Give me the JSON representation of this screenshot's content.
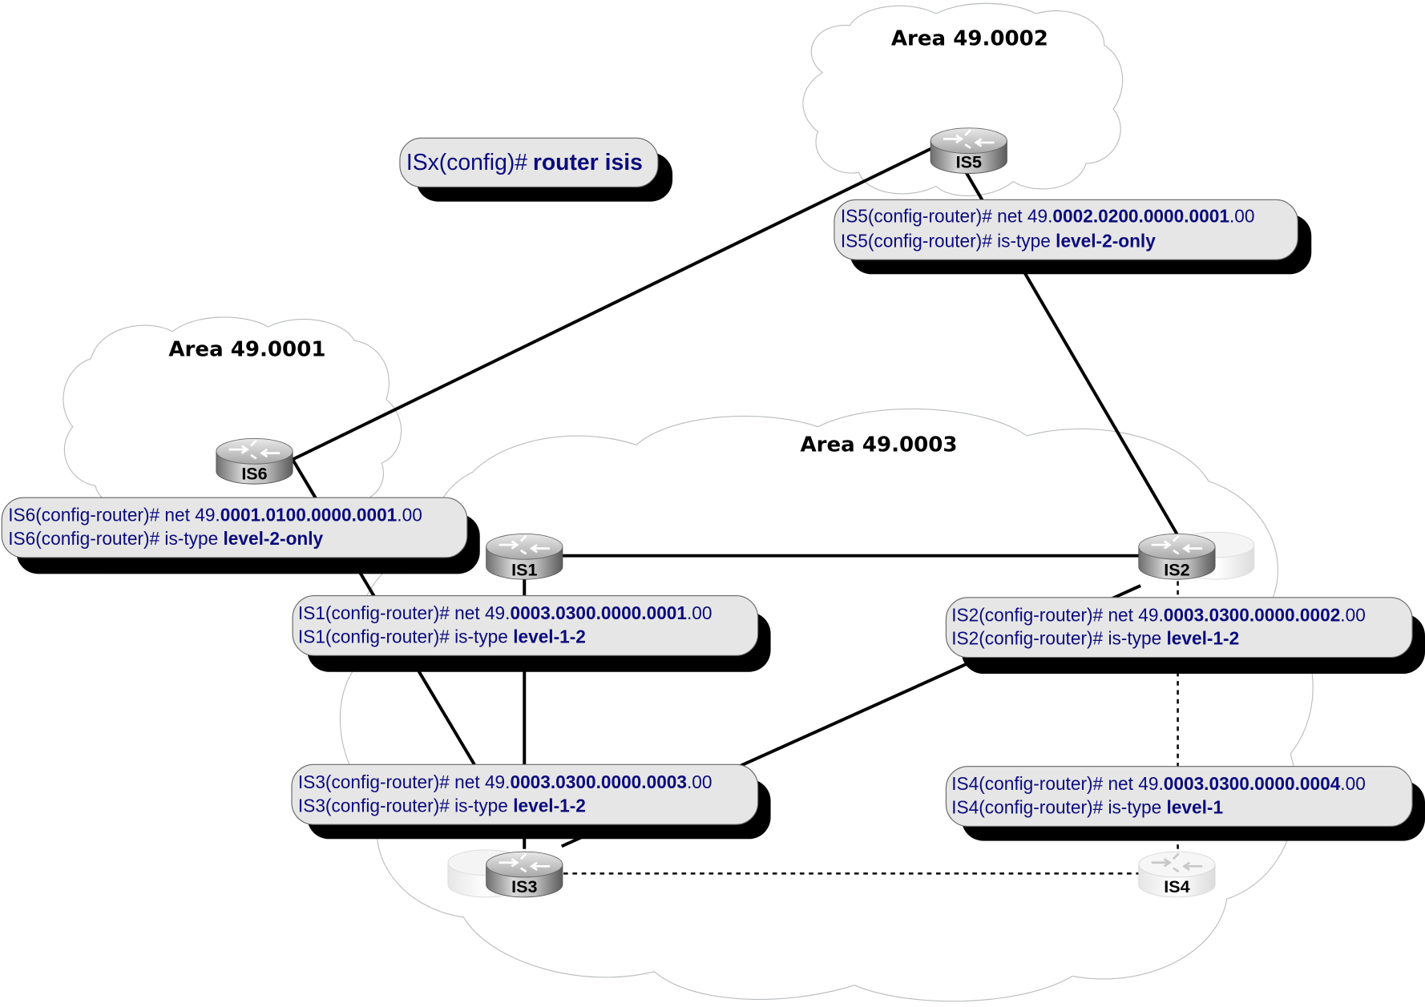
{
  "areas": [
    {
      "id": "area-49-0001",
      "label": "Area 49.0001"
    },
    {
      "id": "area-49-0002",
      "label": "Area 49.0002"
    },
    {
      "id": "area-49-0003",
      "label": "Area 49.0003"
    }
  ],
  "global_command": {
    "prompt": "ISx(config)#",
    "command": "router isis"
  },
  "routers": [
    {
      "id": "IS1",
      "label": "IS1",
      "area": "Area 49.0003"
    },
    {
      "id": "IS2",
      "label": "IS2",
      "area": "Area 49.0003"
    },
    {
      "id": "IS3",
      "label": "IS3",
      "area": "Area 49.0003"
    },
    {
      "id": "IS4",
      "label": "IS4",
      "area": "Area 49.0003"
    },
    {
      "id": "IS5",
      "label": "IS5",
      "area": "Area 49.0002"
    },
    {
      "id": "IS6",
      "label": "IS6",
      "area": "Area 49.0001"
    }
  ],
  "configs": {
    "IS5": {
      "prompt": "IS5(config-router)#",
      "net_kw": " net 49.",
      "net_bold": "0002.0200.0000.0001",
      "net_tail": ".00",
      "istype_kw": " is-type ",
      "istype": "level-2-only"
    },
    "IS6": {
      "prompt": "IS6(config-router)#",
      "net_kw": " net 49.",
      "net_bold": "0001.0100.0000.0001",
      "net_tail": ".00",
      "istype_kw": " is-type ",
      "istype": "level-2-only"
    },
    "IS1": {
      "prompt": "IS1(config-router)#",
      "net_kw": " net 49.",
      "net_bold": "0003.0300.0000.0001",
      "net_tail": ".00",
      "istype_kw": " is-type ",
      "istype": "level-1-2"
    },
    "IS2": {
      "prompt": "IS2(config-router)#",
      "net_kw": " net 49.",
      "net_bold": "0003.0300.0000.0002",
      "net_tail": ".00",
      "istype_kw": " is-type ",
      "istype": "level-1-2"
    },
    "IS3": {
      "prompt": "IS3(config-router)#",
      "net_kw": " net 49.",
      "net_bold": "0003.0300.0000.0003",
      "net_tail": ".00",
      "istype_kw": " is-type ",
      "istype": "level-1-2"
    },
    "IS4": {
      "prompt": "IS4(config-router)#",
      "net_kw": " net 49.",
      "net_bold": "0003.0300.0000.0004",
      "net_tail": ".00",
      "istype_kw": " is-type ",
      "istype": "level-1"
    }
  },
  "links": [
    {
      "from": "IS6",
      "to": "IS5",
      "style": "solid"
    },
    {
      "from": "IS5",
      "to": "IS2",
      "style": "solid"
    },
    {
      "from": "IS6",
      "to": "IS3",
      "style": "solid"
    },
    {
      "from": "IS1",
      "to": "IS2",
      "style": "solid"
    },
    {
      "from": "IS1",
      "to": "IS3",
      "style": "solid"
    },
    {
      "from": "IS2",
      "to": "IS3",
      "style": "solid"
    },
    {
      "from": "IS2",
      "to": "IS4",
      "style": "dashed"
    },
    {
      "from": "IS3",
      "to": "IS4",
      "style": "dashed"
    }
  ]
}
